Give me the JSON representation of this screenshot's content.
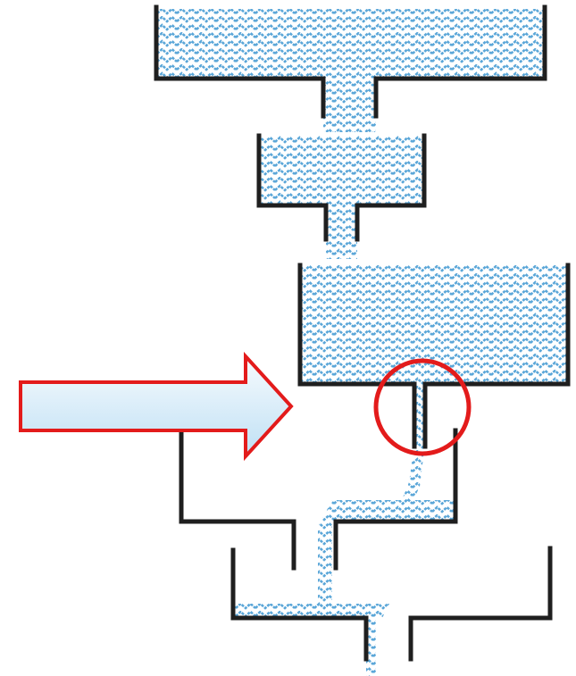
{
  "diagram": {
    "type": "cascading tanks",
    "colors": {
      "water_wave": "#5aa6d8",
      "tank_wall": "#1f1f1f",
      "arrow_stroke": "#e31b1b",
      "arrow_fill_top": "#f7fbfe",
      "arrow_fill_bottom": "#bfe0f4",
      "highlight_circle": "#e31b1b"
    },
    "tanks": [
      {
        "id": "tank-1",
        "state": "full"
      },
      {
        "id": "tank-2",
        "state": "full"
      },
      {
        "id": "tank-3",
        "state": "full, highlighted outlet"
      },
      {
        "id": "tank-4",
        "state": "low water"
      },
      {
        "id": "tank-5",
        "state": "low water"
      }
    ],
    "arrow": {
      "direction": "right",
      "points_to": "tank-3 outlet"
    }
  }
}
